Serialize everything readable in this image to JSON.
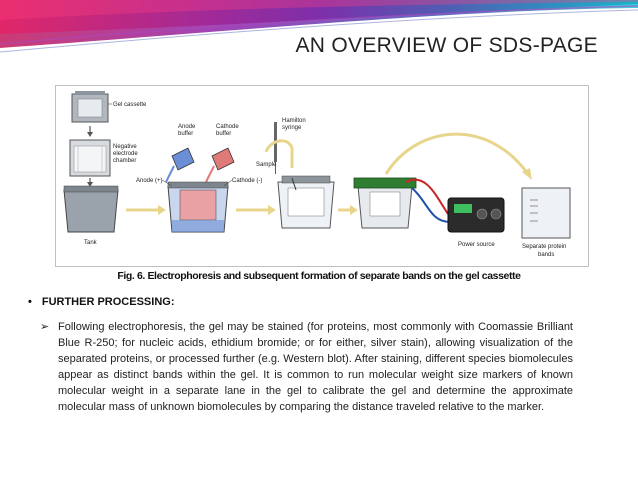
{
  "slide": {
    "title": "AN OVERVIEW OF SDS-PAGE",
    "caption": "Fig. 6. Electrophoresis and subsequent formation of separate bands on the gel cassette",
    "bullet_heading": "FURTHER PROCESSING:",
    "paragraph": "Following electrophoresis, the gel may be stained (for proteins, most commonly with Coomassie Brilliant Blue R-250; for nucleic acids, ethidium bromide; or for either, silver stain), allowing visualization of the separated proteins, or processed further (e.g. Western blot). After staining, different species biomolecules appear as distinct bands within the gel. It is common to run molecular weight size markers of known molecular weight in a separate lane in the gel to calibrate the gel and determine the approximate molecular mass of unknown biomolecules by comparing the distance traveled relative to the marker."
  },
  "figure_labels": {
    "gel_cassette": "Gel cassette",
    "negative_electrode_1": "Negative",
    "negative_electrode_2": "electrode",
    "negative_electrode_3": "chamber",
    "anode_buffer_1": "Anode",
    "anode_buffer_2": "buffer",
    "cathode_buffer_1": "Cathode",
    "cathode_buffer_2": "buffer",
    "hamilton_1": "Hamilton",
    "hamilton_2": "syringe",
    "sample": "Sample",
    "anode": "Anode (+)",
    "cathode": "Cathode (-)",
    "tank": "Tank",
    "power_source": "Power source",
    "separate_bands_1": "Separate protein",
    "separate_bands_2": "bands"
  },
  "colors": {
    "anode_buffer": "#6a8fd6",
    "cathode_buffer": "#e07a78",
    "power_source": "#2b2b2b",
    "lid_green": "#2f7d32",
    "cable_red": "#c62828",
    "cable_blue": "#1f4fa8",
    "arrow_yellow": "#e8d58c"
  }
}
